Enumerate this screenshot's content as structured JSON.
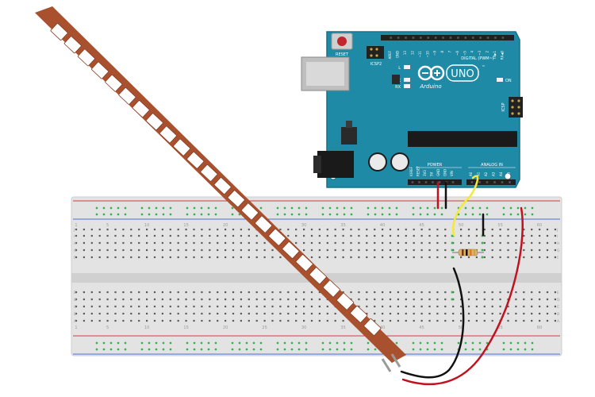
{
  "arduino": {
    "reset_label": "RESET",
    "icsp2_label": "ICSP2",
    "icsp_label": "ICSP",
    "brand": "Arduino",
    "model": "UNO",
    "tm": "™",
    "digital_label": "DIGITAL (PWM~)",
    "led_l": "L",
    "led_tx": "TX",
    "led_rx": "RX",
    "on_label": "ON",
    "power_label": "POWER",
    "analog_label": "ANALOG IN",
    "top_header_pins": [
      "AREF",
      "GND",
      "13",
      "12",
      "~11",
      "~10",
      "~9",
      "8",
      "7",
      "~6",
      "~5",
      "4",
      "~3",
      "2",
      "TX▶1",
      "RX◀0"
    ],
    "power_pins": [
      "IOREF",
      "RESET",
      "3V3",
      "5V",
      "GND",
      "GND",
      "VIN"
    ],
    "analog_pins": [
      "A0",
      "A1",
      "A2",
      "A3",
      "A4",
      "A5"
    ]
  },
  "breadboard": {
    "column_numbers": [
      "1",
      "5",
      "10",
      "15",
      "20",
      "25",
      "30",
      "35",
      "40",
      "45",
      "50",
      "55",
      "60"
    ],
    "rows_left": [
      "J",
      "I",
      "H",
      "G",
      "F",
      "E",
      "D",
      "C",
      "B",
      "A"
    ],
    "rows_right": [
      "J",
      "I",
      "H",
      "G",
      "F",
      "E",
      "D",
      "C",
      "B",
      "A"
    ]
  },
  "colors": {
    "board": "#1f8aa6",
    "board_edge": "#17718a",
    "header": "#202020",
    "breadboard": "#e3e3e3",
    "breadboard_shade": "#d2d2d2",
    "rail_red": "#d23c3c",
    "rail_blue": "#4b6fd8",
    "hole": "#5b5b5b",
    "hole_green": "#31b24a",
    "wire_red": "#c1121f",
    "wire_black": "#111111",
    "wire_yellow": "#f4e83a",
    "flex_sensor": "#a9512e",
    "flex_segment": "#ffffff"
  },
  "components": [
    "flex-sensor",
    "resistor",
    "arduino-uno",
    "breadboard"
  ]
}
